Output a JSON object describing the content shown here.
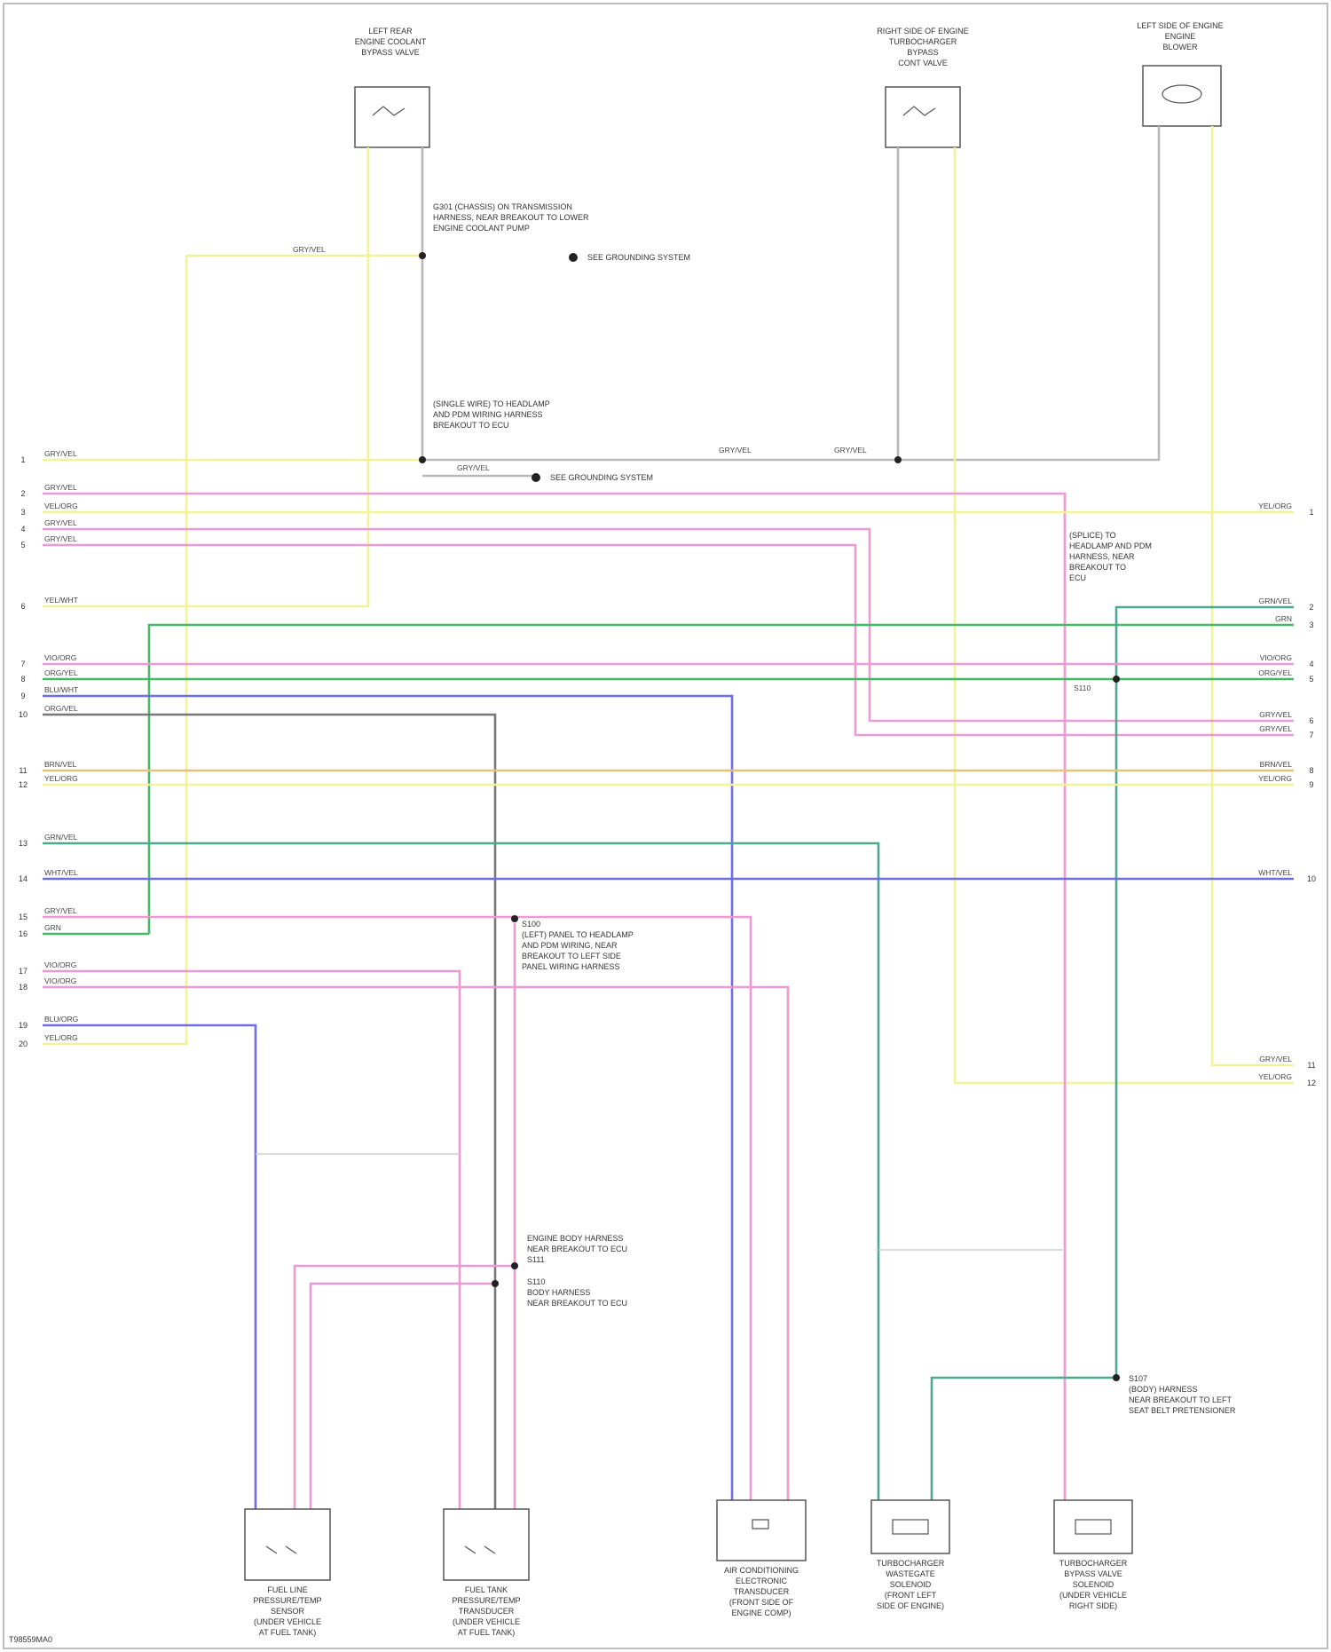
{
  "diagram_id": "T98559MA0",
  "top_components": [
    {
      "id": "c1",
      "lines": [
        "LEFT REAR",
        "ENGINE COOLANT",
        "BYPASS VALVE"
      ]
    },
    {
      "id": "c2",
      "lines": [
        "RIGHT SIDE OF ENGINE",
        "TURBOCHARGER",
        "BYPASS",
        "CONT VALVE"
      ]
    },
    {
      "id": "c3",
      "lines": [
        "LEFT SIDE OF ENGINE",
        "ENGINE",
        "BLOWER"
      ]
    }
  ],
  "bottom_components": [
    {
      "id": "b1",
      "lines": [
        "FUEL LINE",
        "PRESSURE/TEMP",
        "SENSOR",
        "(UNDER VEHICLE",
        "AT FUEL TANK)"
      ]
    },
    {
      "id": "b2",
      "lines": [
        "FUEL TANK",
        "PRESSURE/TEMP",
        "TRANSDUCER",
        "(UNDER VEHICLE",
        "AT FUEL TANK)"
      ]
    },
    {
      "id": "b3",
      "lines": [
        "AIR CONDITIONING",
        "ELECTRONIC",
        "TRANSDUCER",
        "(FRONT SIDE OF",
        "ENGINE COMP)"
      ]
    },
    {
      "id": "b4",
      "lines": [
        "TURBOCHARGER",
        "WASTEGATE",
        "SOLENOID",
        "(FRONT LEFT",
        "SIDE OF ENGINE)"
      ]
    },
    {
      "id": "b5",
      "lines": [
        "TURBOCHARGER",
        "BYPASS VALVE",
        "SOLENOID",
        "(UNDER VEHICLE",
        "RIGHT SIDE)"
      ]
    }
  ],
  "annotations": [
    {
      "id": "a1",
      "lines": [
        "G301 (CHASSIS) ON TRANSMISSION",
        "HARNESS, NEAR BREAKOUT TO LOWER",
        "ENGINE COOLANT PUMP"
      ]
    },
    {
      "id": "a2",
      "lines": [
        "SEE GROUNDING SYSTEM"
      ]
    },
    {
      "id": "a3",
      "lines": [
        "(SINGLE WIRE) TO HEADLAMP",
        "AND PDM WIRING HARNESS",
        "BREAKOUT TO ECU"
      ]
    },
    {
      "id": "a4",
      "lines": [
        "SEE GROUNDING SYSTEM"
      ]
    },
    {
      "id": "a5",
      "lines": [
        "(SPLICE) TO",
        "HEADLAMP AND PDM",
        "HARNESS, NEAR",
        "BREAKOUT TO",
        "ECU"
      ]
    },
    {
      "id": "a6",
      "lines": [
        "S100",
        "(LEFT) PANEL TO HEADLAMP",
        "AND PDM WIRING, NEAR",
        "BREAKOUT TO LEFT SIDE",
        "PANEL WIRING HARNESS"
      ]
    },
    {
      "id": "a7",
      "lines": [
        "ENGINE BODY HARNESS",
        "NEAR BREAKOUT TO ECU",
        "S111"
      ]
    },
    {
      "id": "a8",
      "lines": [
        "S110",
        "BODY HARNESS",
        "NEAR BREAKOUT TO ECU"
      ]
    },
    {
      "id": "a9",
      "lines": [
        "S107",
        "(BODY) HARNESS",
        "NEAR BREAKOUT TO LEFT",
        "SEAT BELT PRETENSIONER"
      ]
    }
  ],
  "left_pins": [
    "1",
    "2",
    "3",
    "4",
    "5",
    "6",
    "7",
    "8",
    "9",
    "10",
    "11",
    "12",
    "13",
    "14",
    "15",
    "16",
    "17",
    "18",
    "19",
    "20"
  ],
  "right_pins": [
    "1",
    "2",
    "3",
    "4",
    "5",
    "6",
    "7",
    "8",
    "9",
    "10",
    "11",
    "12"
  ],
  "wire_labels": {
    "left": [
      "GRY/VEL",
      "GRY/VEL",
      "VEL/ORG",
      "GRY/VEL",
      "GRY/VEL",
      "YEL/WHT",
      "VIO/ORG",
      "ORG/YEL",
      "BLU/WHT",
      "ORG/VEL",
      "BRN/VEL",
      "YEL/ORG",
      "GRN/VEL",
      "WHT/VEL",
      "GRY/VEL",
      "GRN",
      "VIO/ORG",
      "VIO/ORG",
      "BLU/ORG",
      "YEL/ORG"
    ],
    "right": [
      "YEL/ORG",
      "GRN/VEL",
      "GRN",
      "VIO/ORG",
      "ORG/YEL",
      "GRY/VEL",
      "GRY/VEL",
      "BRN/VEL",
      "YEL/ORG",
      "WHT/VEL",
      "GRY/VEL",
      "YEL/ORG"
    ],
    "mid": [
      "GRY/VEL",
      "GRY/VEL",
      "GRY/VEL",
      "GRY/VEL",
      "S110"
    ]
  },
  "colors": {
    "yellow": "#f2f29a",
    "pink": "#ee9ad2",
    "green": "#46b866",
    "teal": "#4da891",
    "blue": "#6d6dec",
    "gray": "#777777",
    "grayline": "#b9b9b9",
    "black": "#222222"
  }
}
